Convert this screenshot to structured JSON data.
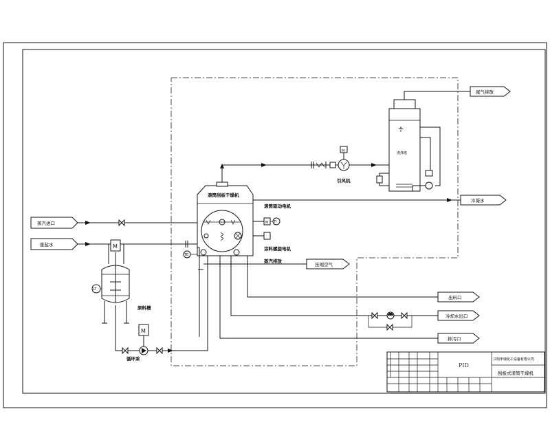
{
  "labels": {
    "tail_gas": "尾气排放",
    "dryer": "滚筒刮板干燥机",
    "scrubber": "洗涤塔",
    "fan": "引风机",
    "cond_water_top": "冷凝水",
    "drum_motor": "滚筒驱动电机",
    "spread_motor": "涂料螺旋电机",
    "steam_discharge": "蒸汽排放",
    "compressed_air": "压缩空气",
    "steam_inlet": "蒸汽进口",
    "raw_water": "废盐水",
    "feed_tank": "原料槽",
    "circ_pump": "循环泵",
    "discharge": "出料口",
    "cooling_water": "冷却水出口",
    "drain": "排污口"
  },
  "symbols": {
    "motor": "M",
    "pump_m": "M",
    "fan_m": "M",
    "level": "LT",
    "drum_m": "M",
    "drum_ti": "TI",
    "temp": "TE"
  },
  "title_block": {
    "drawing_name": "PID",
    "company": "江阴丰瑞化工设备有限公司",
    "project": "刮板式滚筒干燥机"
  }
}
